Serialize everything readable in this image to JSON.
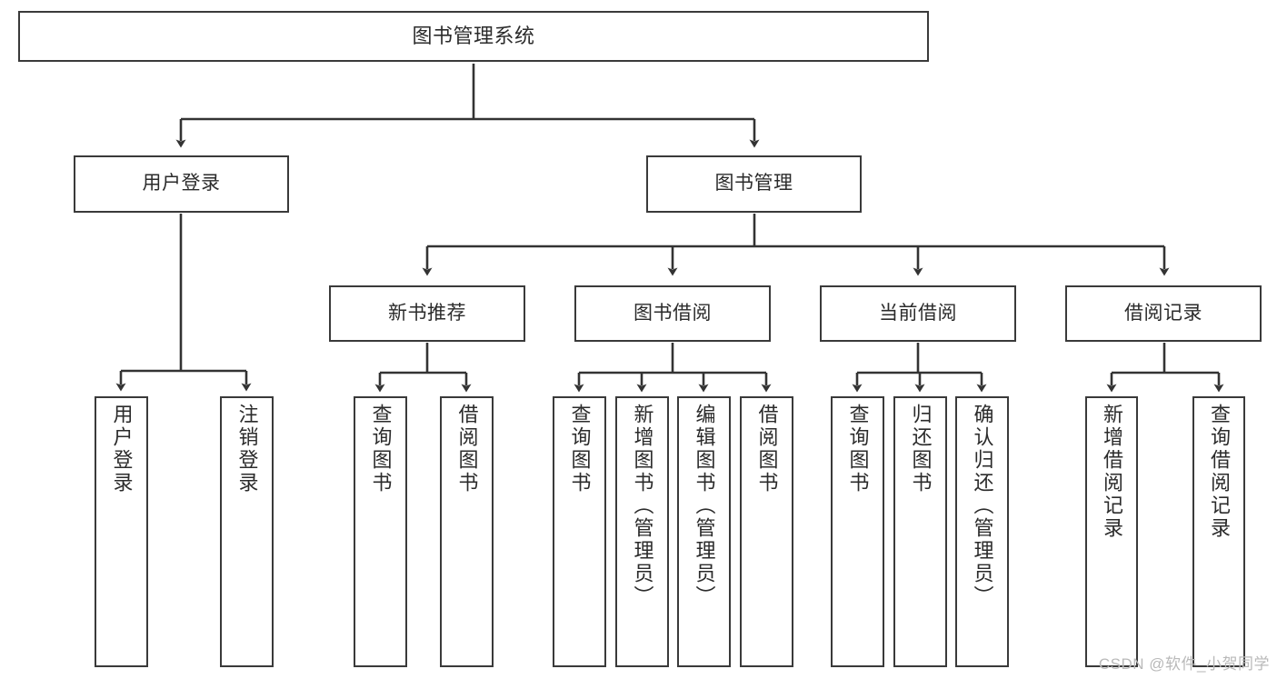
{
  "diagram": {
    "type": "tree",
    "title": "图书管理系统",
    "watermark": "CSDN @软件_小贺同学",
    "colors": {
      "background": "#ffffff",
      "box_border": "#3a3a3a",
      "box_fill": "#ffffff",
      "text": "#2b2b2b",
      "edge": "#333333",
      "watermark": "#b9b9b9"
    },
    "root": {
      "label": "图书管理系统"
    },
    "level1": [
      {
        "label": "用户登录"
      },
      {
        "label": "图书管理"
      }
    ],
    "level2": [
      {
        "label": "新书推荐"
      },
      {
        "label": "图书借阅"
      },
      {
        "label": "当前借阅"
      },
      {
        "label": "借阅记录"
      }
    ],
    "leaves": {
      "user_login": [
        {
          "label": "用户登录"
        },
        {
          "label": "注销登录"
        }
      ],
      "new_book_recommend": [
        {
          "label": "查询图书"
        },
        {
          "label": "借阅图书"
        }
      ],
      "book_borrow": [
        {
          "label": "查询图书"
        },
        {
          "label": "新增图书（管理员）"
        },
        {
          "label": "编辑图书（管理员）"
        },
        {
          "label": "借阅图书"
        }
      ],
      "current_borrow": [
        {
          "label": "查询图书"
        },
        {
          "label": "归还图书"
        },
        {
          "label": "确认归还（管理员）"
        }
      ],
      "borrow_record": [
        {
          "label": "新增借阅记录"
        },
        {
          "label": "查询借阅记录"
        }
      ]
    }
  }
}
